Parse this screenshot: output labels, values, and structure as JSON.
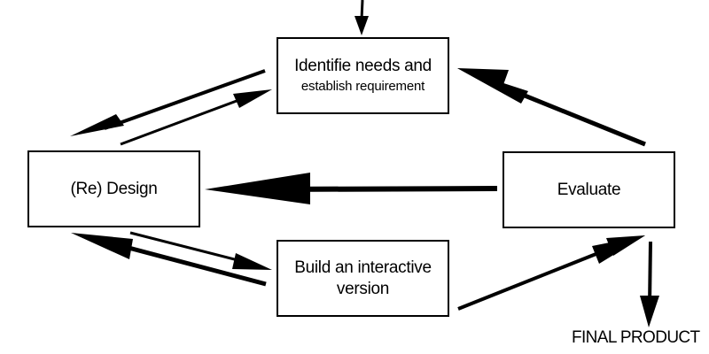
{
  "nodes": {
    "identify": {
      "line1": "Identifie needs and",
      "line2": "establish requirement"
    },
    "design": {
      "label": "(Re) Design"
    },
    "evaluate": {
      "label": "Evaluate"
    },
    "build": {
      "line1": "Build an interactive",
      "line2": "version"
    }
  },
  "final_product": "FINAL PRODUCT",
  "colors": {
    "stroke": "#000000",
    "background": "#ffffff"
  }
}
